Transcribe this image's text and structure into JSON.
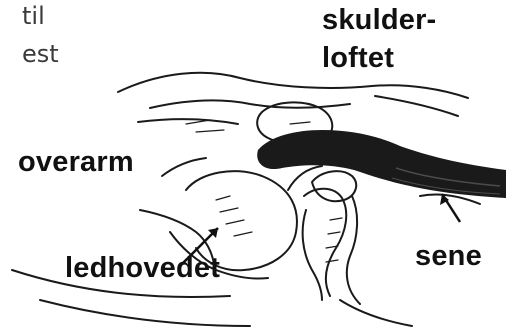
{
  "text_fragments": [
    "til",
    "est"
  ],
  "labels": {
    "shoulder_roof": [
      "skulder-",
      "loftet"
    ],
    "upper_arm": "overarm",
    "tendon": "sene",
    "joint_head": "ledhovedet"
  },
  "icons": {
    "illustration": "shoulder-joint-illustration",
    "arrows": "pointer-arrow-icon"
  },
  "colors": {
    "ink": "#111111",
    "tendon_dark": "#1a1a1a",
    "background": "#ffffff"
  }
}
